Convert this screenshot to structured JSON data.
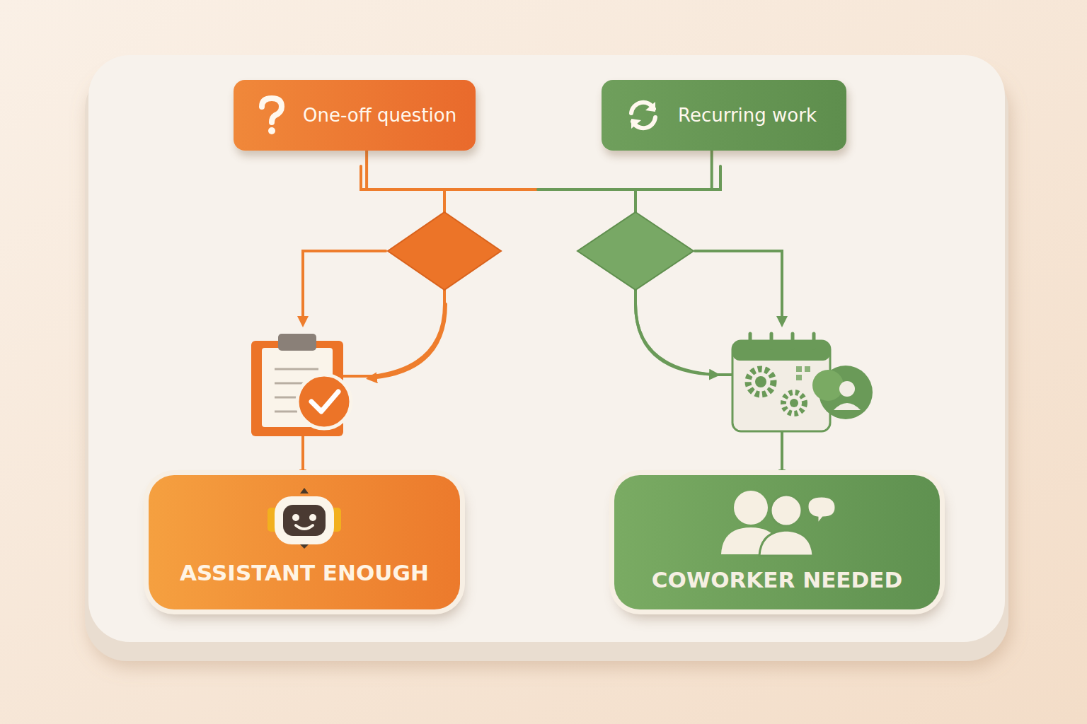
{
  "diagram": {
    "nodes": [
      {
        "text": [
          "One-off question"
        ]
      },
      {
        "text": [
          "Recurring work"
        ]
      },
      {
        "text": [
          "ASSISTANT ENOUGH"
        ]
      },
      {
        "text": [
          "COWORKER NEEDED"
        ]
      }
    ],
    "edges": [
      {
        "from": 0,
        "to": 2,
        "arrow": "to"
      },
      {
        "from": 1,
        "to": 3,
        "arrow": "to"
      }
    ]
  }
}
